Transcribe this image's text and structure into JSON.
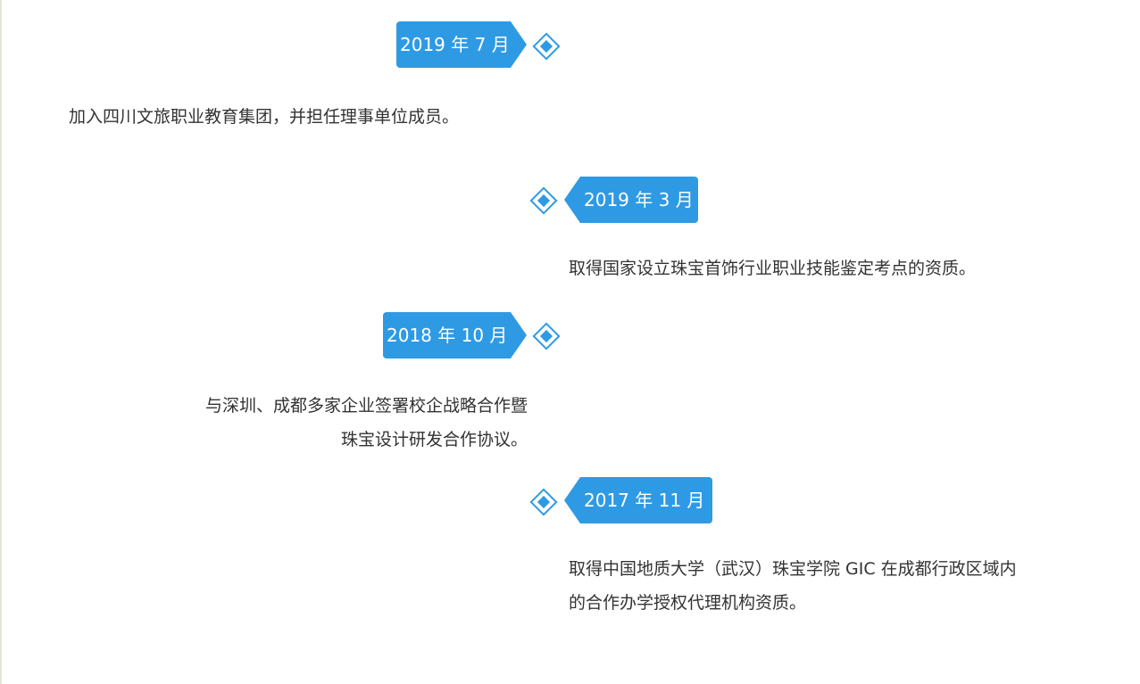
{
  "events": [
    {
      "date": "2019 年 7 月",
      "lines": [
        "加入四川文旅职业教育集团，并担任理事单位成员。"
      ]
    },
    {
      "date": "2019 年 3 月",
      "lines": [
        "取得国家设立珠宝首饰行业职业技能鉴定考点的资质。"
      ]
    },
    {
      "date": "2018 年 10 月",
      "lines": [
        "与深圳、成都多家企业签署校企战略合作暨",
        "珠宝设计研发合作协议。"
      ]
    },
    {
      "date": "2017 年 11 月",
      "lines": [
        "取得中国地质大学（武汉）珠宝学院 GIC 在成都行政区域内",
        "的合作办学授权代理机构资质。"
      ]
    }
  ],
  "colors": {
    "accent": "#2f9ae4",
    "text": "#333333",
    "border": "#e8e4d8"
  }
}
